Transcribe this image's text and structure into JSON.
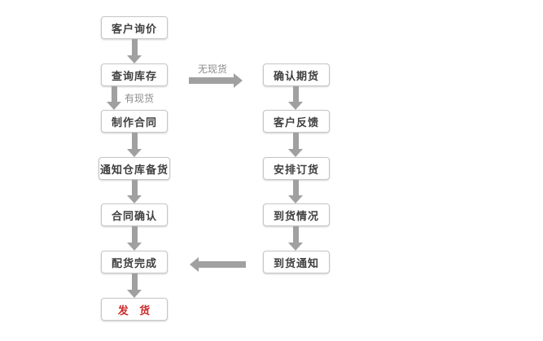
{
  "diagram": {
    "type": "flowchart",
    "left": [
      {
        "label": "客户询价"
      },
      {
        "label": "查询库存"
      },
      {
        "label": "制作合同"
      },
      {
        "label": "通知仓库备货"
      },
      {
        "label": "合同确认"
      },
      {
        "label": "配货完成"
      },
      {
        "label": "发 货"
      }
    ],
    "right": [
      {
        "label": "确认期货"
      },
      {
        "label": "客户反馈"
      },
      {
        "label": "安排订货"
      },
      {
        "label": "到货情况"
      },
      {
        "label": "到货通知"
      }
    ],
    "branch_labels": {
      "no_stock": "无现货",
      "has_stock": "有现货"
    }
  },
  "colors": {
    "background": "#ffffff",
    "node_fill": "#ffffff",
    "node_border": "#c6c6c6",
    "node_text": "#3f3f3f",
    "arrow": "#a0a0a0",
    "branch_label_text": "#8c8c8c",
    "ship_text": "#cc2b2b"
  }
}
